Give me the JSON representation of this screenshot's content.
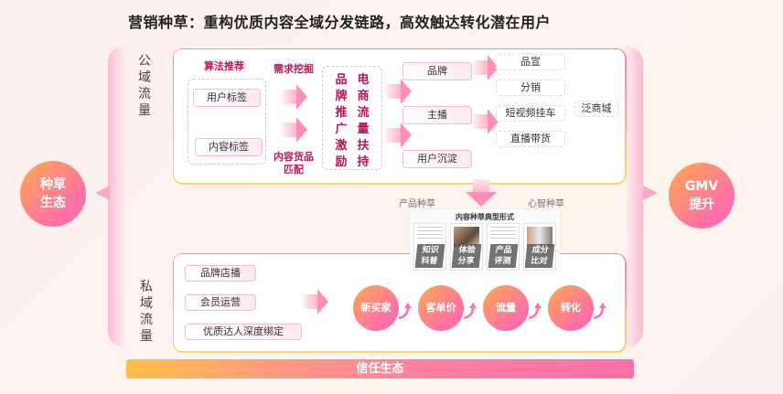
{
  "title": "营销种草：重构优质内容全域分发链路，高效触达转化潜在用户",
  "left_node": {
    "line1": "种草",
    "line2": "生态"
  },
  "right_node": {
    "line1": "GMV",
    "line2": "提升"
  },
  "public_domain": {
    "label": [
      "公",
      "域",
      "流",
      "量"
    ],
    "algorithm_head": "算法推荐",
    "tags": [
      "用户标签",
      "内容标签"
    ],
    "demand_head": "需求挖掘",
    "match_head_line1": "内容货品",
    "match_head_line2": "匹配",
    "col1": [
      "品",
      "牌",
      "推",
      "广",
      "激",
      "励"
    ],
    "col2": [
      "电",
      "商",
      "流",
      "量",
      "扶",
      "持"
    ],
    "targets": [
      "品牌",
      "主播",
      "用户沉淀"
    ],
    "channels": [
      "品宣",
      "分销",
      "短视频挂车",
      "直播带货"
    ],
    "mall": "泛商城"
  },
  "middle": {
    "product_seeding": "产品种草",
    "mind_seeding": "心智种草",
    "card_title": "内容种草典型形式",
    "forms": [
      {
        "line1": "知识",
        "line2": "科普"
      },
      {
        "line1": "体验",
        "line2": "分享"
      },
      {
        "line1": "产品",
        "line2": "评测"
      },
      {
        "line1": "成分",
        "line2": "比对"
      }
    ]
  },
  "private_domain": {
    "label": [
      "私",
      "域",
      "流",
      "量"
    ],
    "items": [
      "品牌店播",
      "会员运营",
      "优质达人深度绑定"
    ],
    "metrics": [
      "新买家",
      "客单价",
      "流量",
      "转化"
    ]
  },
  "trust_bar": "信任生态",
  "colors": {
    "accent_pink": "#ff6fa9",
    "accent_orange": "#ffa94d",
    "head_text": "#c2185b",
    "trust_start": "#ffc04a"
  }
}
